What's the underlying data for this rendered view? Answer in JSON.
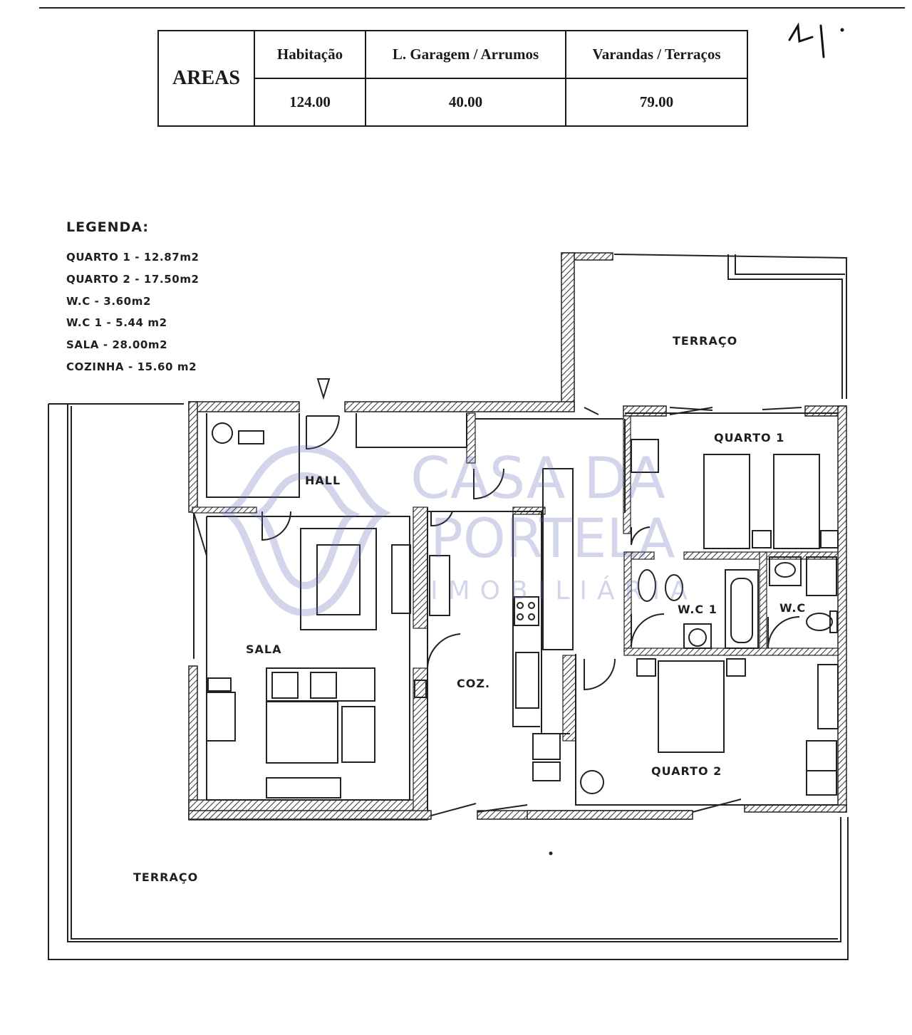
{
  "areas_table": {
    "title": "AREAS",
    "headers": [
      "Habitação",
      "L. Garagem / Arrumos",
      "Varandas / Terraços"
    ],
    "values": [
      "124.00",
      "40.00",
      "79.00"
    ]
  },
  "legend": {
    "title": "LEGENDA:",
    "items": [
      "QUARTO 1  - 12.87m2",
      "QUARTO 2 - 17.50m2",
      "W.C - 3.60m2",
      "W.C 1 - 5.44 m2",
      "SALA - 28.00m2",
      "COZINHA - 15.60 m2"
    ]
  },
  "rooms": {
    "terrace_top": "TERRAÇO",
    "terrace_bottom": "TERRAÇO",
    "hall": "HALL",
    "quarto1": "QUARTO 1",
    "quarto2": "QUARTO 2",
    "wc1": "W.C 1",
    "wc": "W.C",
    "sala": "SALA",
    "coz": "COZ."
  },
  "watermark": {
    "line1": "CASA DA",
    "line2": "PORTELA",
    "line3": "IMOBILIÁRIA"
  },
  "handwritten_mark": "4."
}
